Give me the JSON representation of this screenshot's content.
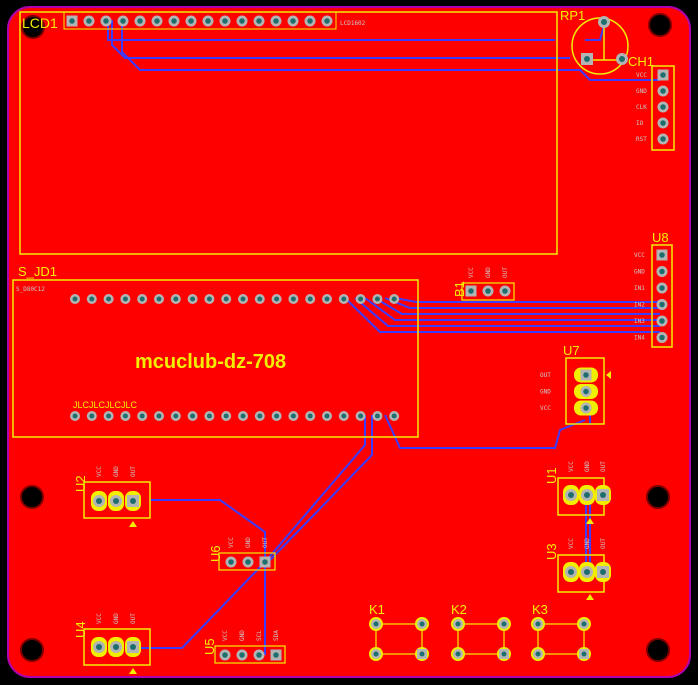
{
  "colors": {
    "background": "#000000",
    "board": "#ff0000",
    "board_edge": "#b000b0",
    "silkscreen": "#f2ee00",
    "trace": "#3c3cff",
    "pad_copper": "#b4b4b4",
    "pad_hole": "#1e6e6e",
    "mount_hole": "#000000",
    "pin_label": "#c8c8c8"
  },
  "labels": {
    "lcd_ref": "LCD1",
    "lcd_value": "LCD1602",
    "rp_ref": "RP1",
    "ch_ref": "CH1",
    "sjd_ref": "S_JD1",
    "sjd_value": "S_D80C12",
    "board_title": "mcuclub-dz-708",
    "sjd_brand": "JLCJLCJLCJLC",
    "u8_ref": "U8",
    "u7_ref": "U7",
    "b1_ref": "B1",
    "u1_ref": "U1",
    "u2_ref": "U2",
    "u3_ref": "U3",
    "u4_ref": "U4",
    "u5_ref": "U5",
    "u6_ref": "U6",
    "k1_ref": "K1",
    "k2_ref": "K2",
    "k3_ref": "K3"
  },
  "pins": {
    "ch1": [
      "VCC",
      "GND",
      "CLK",
      "IO",
      "RST"
    ],
    "u8": [
      "VCC",
      "GND",
      "IN1",
      "IN2",
      "IN3",
      "IN4"
    ],
    "u7": [
      "OUT",
      "GND",
      "VCC"
    ],
    "b1": [
      "VCC",
      "GND",
      "OUT"
    ],
    "u1": [
      "VCC",
      "GND",
      "OUT"
    ],
    "u2": [
      "VCC",
      "GND",
      "OUT"
    ],
    "u3": [
      "VCC",
      "GND",
      "OUT"
    ],
    "u4": [
      "VCC",
      "GND",
      "OUT"
    ],
    "u5": [
      "VCC",
      "GND",
      "SCL",
      "SDA"
    ],
    "u6": [
      "VCC",
      "GND",
      "OUT"
    ]
  }
}
